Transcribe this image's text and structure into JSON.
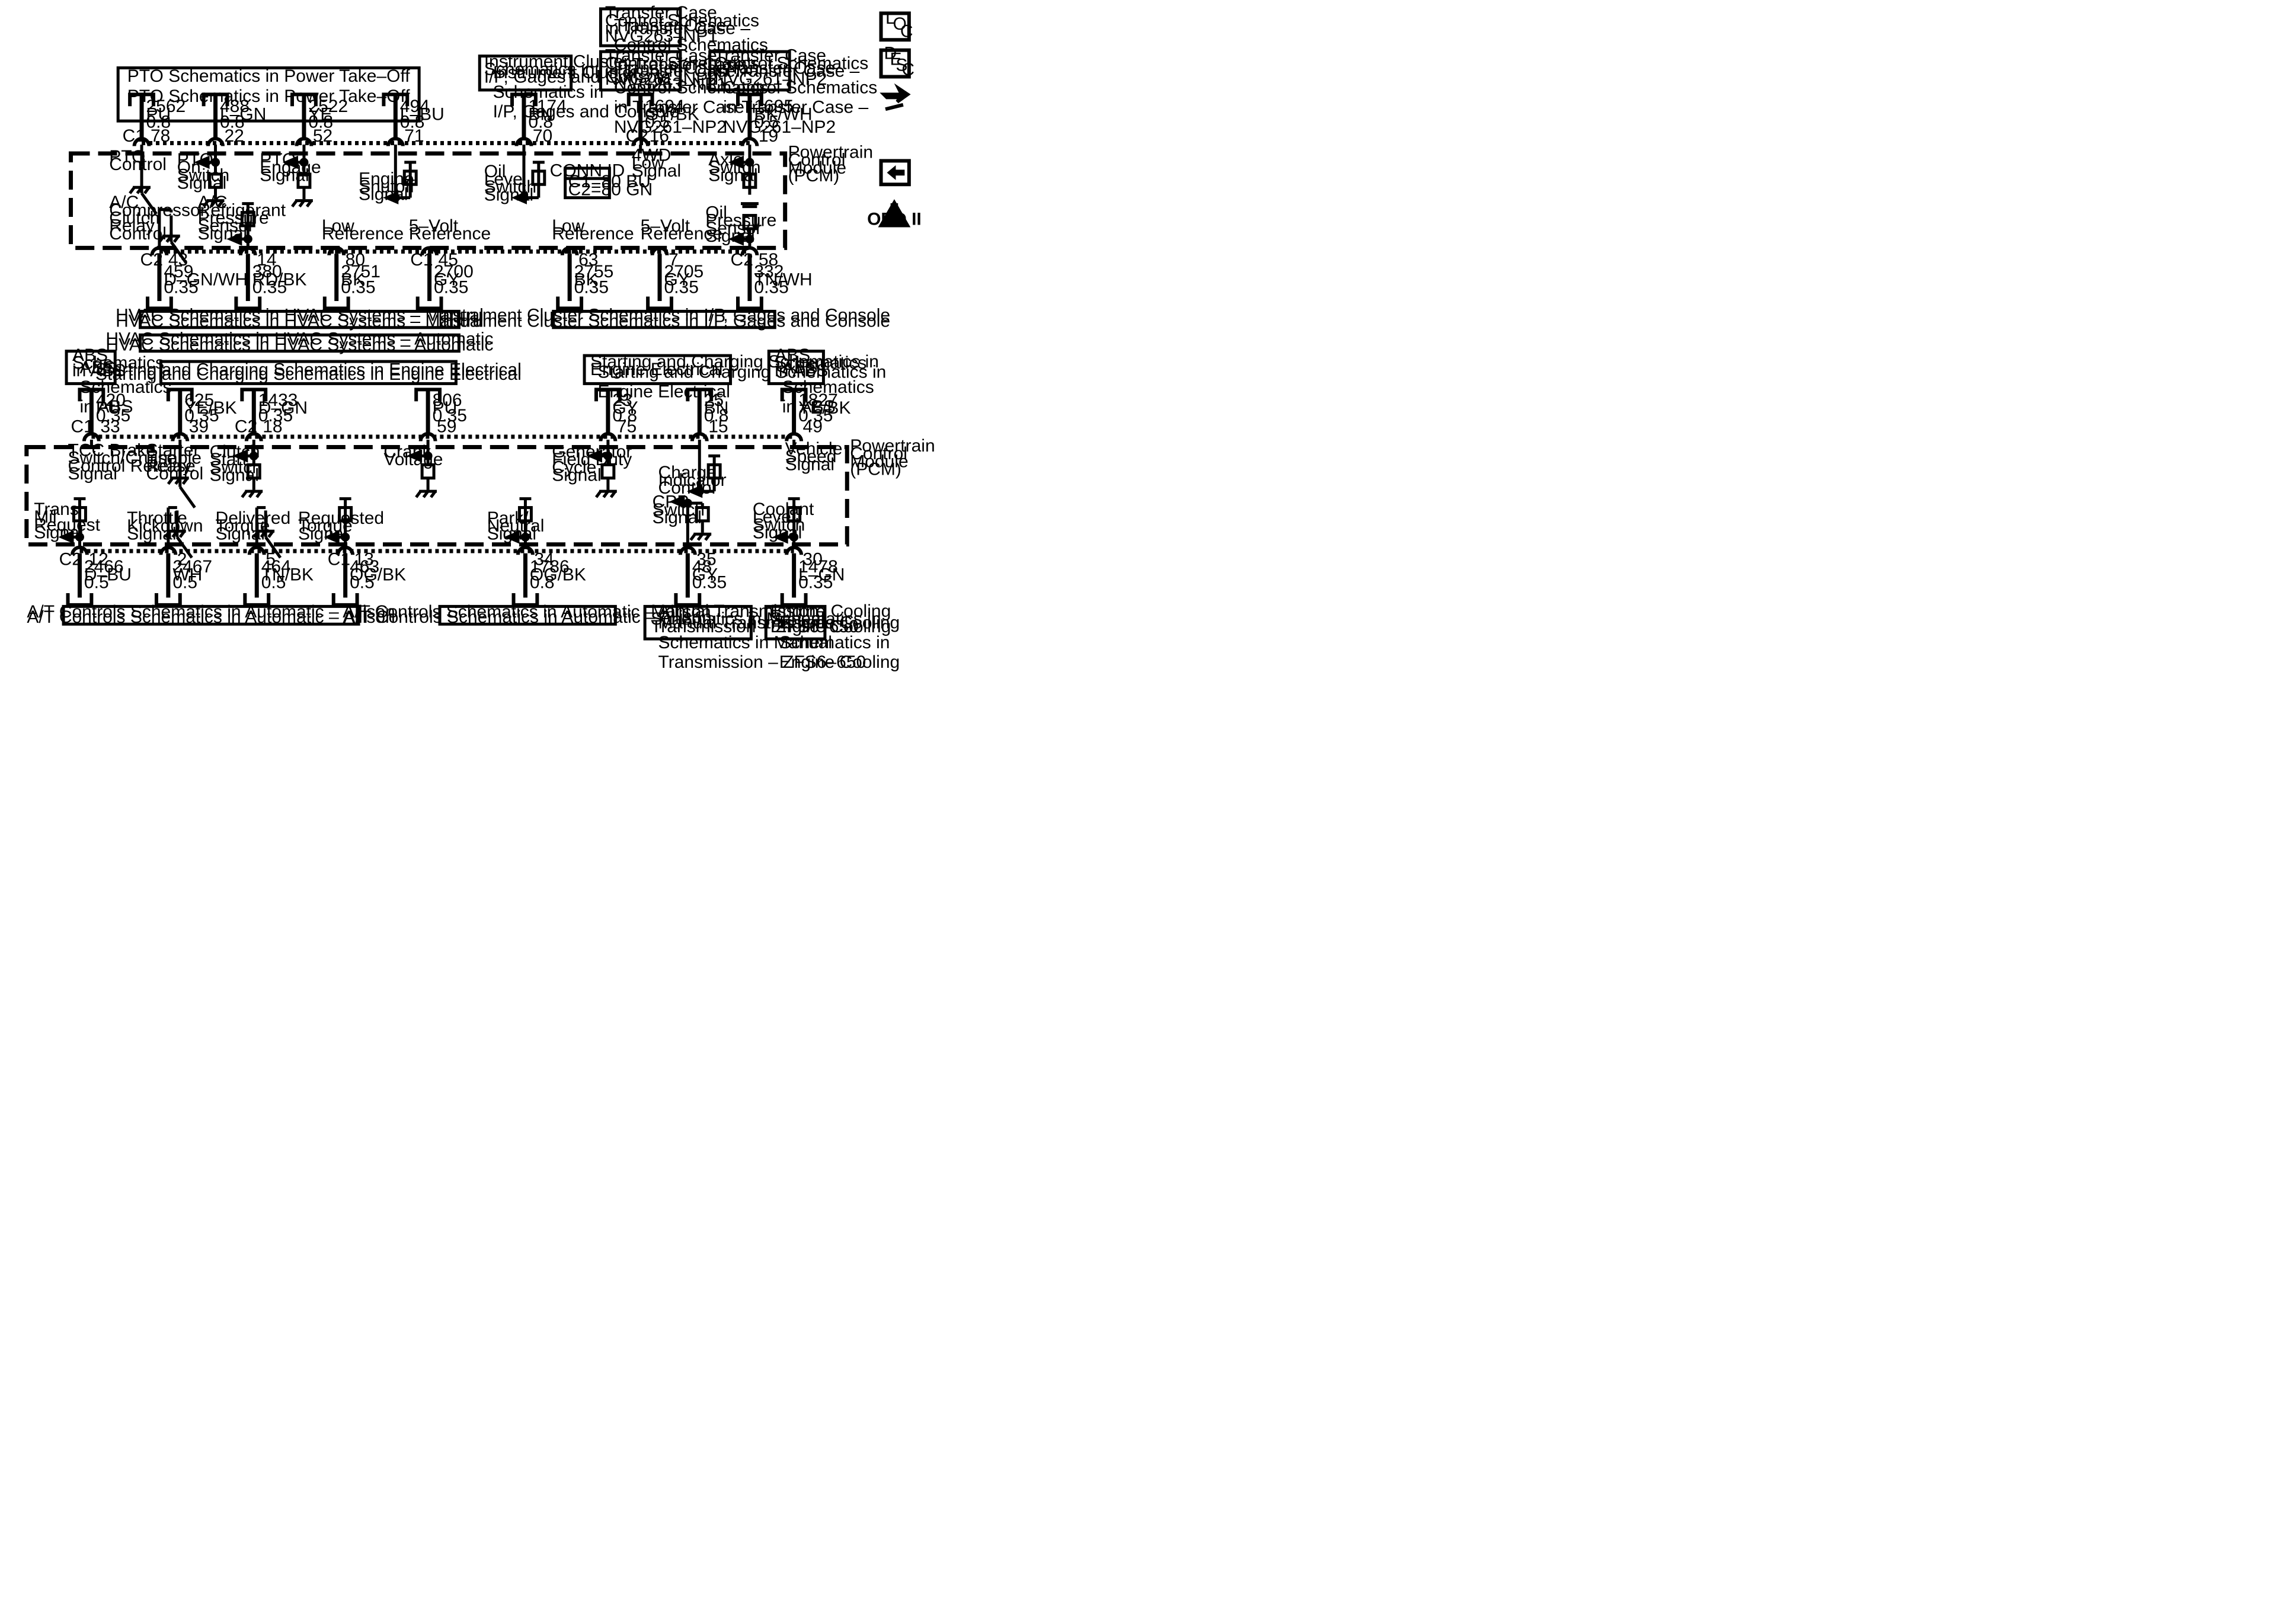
{
  "boxes": {
    "pto": "PTO Schematics in Power Take–Off",
    "ic_top": [
      "Instrument Cluster",
      "Schematics in",
      "I/P, Gages and Console"
    ],
    "tc_np1": [
      "Transfer Case",
      "Control Schematics",
      "in Transfer Case –",
      "NVG263–NP1"
    ],
    "tc_np2a": [
      "Transfer Case",
      "Control Schematics",
      "in Transfer Case –",
      "NVG261–NP2"
    ],
    "tc_np2b": [
      "Transfer Case",
      "Control Schematics",
      "in Transfer Case –",
      "NVG261–NP2"
    ],
    "hvac_manual": "HVAC Schematics in HVAC Systems – Manual",
    "hvac_auto": "HVAC Schematics in HVAC Systems – Automatic",
    "ic_mid": "Instrument Cluster Schematics in I/P, Gages and Console",
    "abs_left": [
      "ABS",
      "Schematics",
      "in ABS"
    ],
    "sc_left": "Starting and Charging Schematics in Engine Electrical",
    "sc_right": [
      "Starting and Charging Schematics in",
      "Engine Electrical"
    ],
    "abs_right": [
      "ABS",
      "Schematics",
      "in ABS"
    ],
    "at_left": "A/T Controls Schematics in Automatic – Allison",
    "at_right": "A/T Controls Schematics in Automatic – Allison",
    "manual_trans": [
      "Manual Transmission",
      "Schematics in Manual",
      "Transmission – ZFS6–650"
    ],
    "engine_cooling": [
      "Engine Cooling",
      "Schematics in",
      "Engine Cooling"
    ]
  },
  "modules": {
    "pcm_top": [
      "Powertrain",
      "Control",
      "Module",
      "(PCM)"
    ],
    "pcm_bottom": [
      "Powertrain",
      "Control",
      "Module",
      "(PCM)"
    ]
  },
  "conn_id": {
    "title": "CONN ID",
    "lines": [
      "C1=80 BU",
      "C2=80 GN"
    ]
  },
  "connector_labels": [
    "C1",
    "C2"
  ],
  "wires": [
    {
      "id": "w2562",
      "circuit": "2562",
      "color": "PU",
      "gauge": "0.8",
      "conn": "C1",
      "pin": "78"
    },
    {
      "id": "w488",
      "circuit": "488",
      "color": "L–GN",
      "gauge": "0.8",
      "pin": "22"
    },
    {
      "id": "w2522",
      "circuit": "2522",
      "color": "YE",
      "gauge": "0.8",
      "pin": "52"
    },
    {
      "id": "w494",
      "circuit": "494",
      "color": "L–BU",
      "gauge": "0.8",
      "pin": "71"
    },
    {
      "id": "w1174",
      "circuit": "1174",
      "color": "BN",
      "gauge": "0.8",
      "pin": "70"
    },
    {
      "id": "w1694",
      "circuit": "1694",
      "color": "GY/BK",
      "gauge": "0.5",
      "conn": "C2",
      "pin": "16"
    },
    {
      "id": "w1695",
      "circuit": "1695",
      "color": "BK/WH",
      "gauge": "0.5",
      "pin": "19"
    },
    {
      "id": "w459",
      "circuit": "459",
      "color": "D–GN/WH",
      "gauge": "0.35",
      "conn": "C2",
      "pin": "43"
    },
    {
      "id": "w380",
      "circuit": "380",
      "color": "RD/BK",
      "gauge": "0.35",
      "pin": "14"
    },
    {
      "id": "w2751",
      "circuit": "2751",
      "color": "BK",
      "gauge": "0.35",
      "pin": "80"
    },
    {
      "id": "w2700",
      "circuit": "2700",
      "color": "GY",
      "gauge": "0.35",
      "conn": "C1",
      "pin": "45"
    },
    {
      "id": "w2755",
      "circuit": "2755",
      "color": "BK",
      "gauge": "0.35",
      "pin": "63"
    },
    {
      "id": "w2705",
      "circuit": "2705",
      "color": "GY",
      "gauge": "0.35",
      "pin": "7"
    },
    {
      "id": "w332",
      "circuit": "332",
      "color": "TN/WH",
      "gauge": "0.35",
      "conn": "C2",
      "pin": "58"
    },
    {
      "id": "w420",
      "circuit": "420",
      "color": "PU",
      "gauge": "0.35",
      "conn": "C1",
      "pin": "33"
    },
    {
      "id": "w625",
      "circuit": "625",
      "color": "YE/BK",
      "gauge": "0.35",
      "pin": "39"
    },
    {
      "id": "w1433",
      "circuit": "1433",
      "color": "D–GN",
      "gauge": "0.35",
      "conn": "C2",
      "pin": "18"
    },
    {
      "id": "w806",
      "circuit": "806",
      "color": "PU",
      "gauge": "0.35",
      "pin": "59"
    },
    {
      "id": "w23",
      "circuit": "23",
      "color": "GY",
      "gauge": "0.8",
      "pin": "75"
    },
    {
      "id": "w25",
      "circuit": "25",
      "color": "BN",
      "gauge": "0.8",
      "pin": "15"
    },
    {
      "id": "w1827",
      "circuit": "1827",
      "color": "YE/BK",
      "gauge": "0.35",
      "pin": "49"
    },
    {
      "id": "w2466",
      "circuit": "2466",
      "color": "D–BU",
      "gauge": "0.5",
      "conn": "C2",
      "pin": "12"
    },
    {
      "id": "w2467",
      "circuit": "2467",
      "color": "WH",
      "gauge": "0.5",
      "pin": "2"
    },
    {
      "id": "w464",
      "circuit": "464",
      "color": "TN/BK",
      "gauge": "0.5",
      "pin": "5"
    },
    {
      "id": "w463",
      "circuit": "463",
      "color": "OG/BK",
      "gauge": "0.5",
      "conn": "C1",
      "pin": "13"
    },
    {
      "id": "w1786",
      "circuit": "1786",
      "color": "OG/BK",
      "gauge": "0.8",
      "pin": "34"
    },
    {
      "id": "w48",
      "circuit": "48",
      "color": "GY",
      "gauge": "0.35",
      "pin": "35"
    },
    {
      "id": "w1478",
      "circuit": "1478",
      "color": "L–GN",
      "gauge": "0.35",
      "pin": "30"
    }
  ],
  "signals": {
    "pto_control": [
      "PTO",
      "Control"
    ],
    "pto_on": [
      "PTO",
      "On",
      "Switch",
      "Signal"
    ],
    "pto_engage": [
      "PTO",
      "Engage",
      "Signal"
    ],
    "engine_shutoff": [
      "Engine",
      "Shutoff",
      "Signal"
    ],
    "oil_level": [
      "Oil",
      "Level",
      "Switch",
      "Signal"
    ],
    "fwd_low": [
      "4WD",
      "Low",
      "Signal"
    ],
    "axle_switch": [
      "Axle",
      "Switch",
      "Signal"
    ],
    "oil_pressure": [
      "Oil",
      "Pressure",
      "Sensor",
      "Signal"
    ],
    "ac_clutch": [
      "A/C",
      "Compressor",
      "Clutch",
      "Relay",
      "Control"
    ],
    "ac_refrig": [
      "A/C",
      "Refrigerant",
      "Pressure",
      "Sensor",
      "Signal"
    ],
    "low_ref_1": [
      "Low",
      "Reference"
    ],
    "five_volt_1": [
      "5–Volt",
      "Reference"
    ],
    "low_ref_2": [
      "Low",
      "Reference"
    ],
    "five_volt_2": [
      "5–Volt",
      "Reference"
    ],
    "tcc_brake": [
      "TCC Brake",
      "Switch/Cruise",
      "Control Release",
      "Signal"
    ],
    "starter_enable": [
      "Starter",
      "Enable",
      "Relay",
      "Control"
    ],
    "clutch_start": [
      "Clutch",
      "Start",
      "Switch",
      "Signal"
    ],
    "crank_voltage": [
      "Crank",
      "Voltage"
    ],
    "gen_field": [
      "Generator",
      "Field Duty",
      "Cycle",
      "Signal"
    ],
    "charge_indicator": [
      "Charge",
      "Indicator",
      "Control"
    ],
    "vehicle_speed": [
      "Vehicle",
      "Speed",
      "Signal"
    ],
    "trans_mil": [
      "Trans",
      "Mil",
      "Request",
      "Signal"
    ],
    "throttle_kickdown": [
      "Throttle",
      "Kickdown",
      "Signal"
    ],
    "delivered_torque": [
      "Delivered",
      "Torque",
      "Signal"
    ],
    "requested_torque": [
      "Requested",
      "Torque",
      "Signal"
    ],
    "park_neutral": [
      "Park/",
      "Neutral",
      "Signal"
    ],
    "cpp_switch": [
      "CPP",
      "Switch",
      "Signal"
    ],
    "coolant_level": [
      "Coolant",
      "Level",
      "Switch",
      "Signal"
    ]
  },
  "nav": {
    "loc_icon": [
      "L",
      "O",
      "C"
    ],
    "desc_icon": [
      "D",
      "E",
      "S",
      "C"
    ],
    "obd_icon": [
      "II",
      "OBD II"
    ]
  }
}
